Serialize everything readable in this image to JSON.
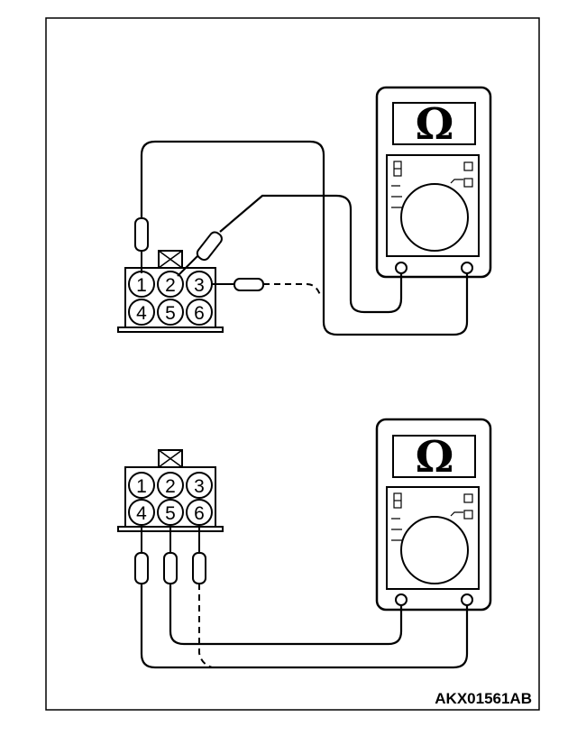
{
  "figure_code": "AKX01561AB",
  "meter_symbol": "Ω",
  "connector_pins": [
    "1",
    "2",
    "3",
    "4",
    "5",
    "6"
  ],
  "colors": {
    "line": "#000000",
    "background": "#ffffff"
  }
}
